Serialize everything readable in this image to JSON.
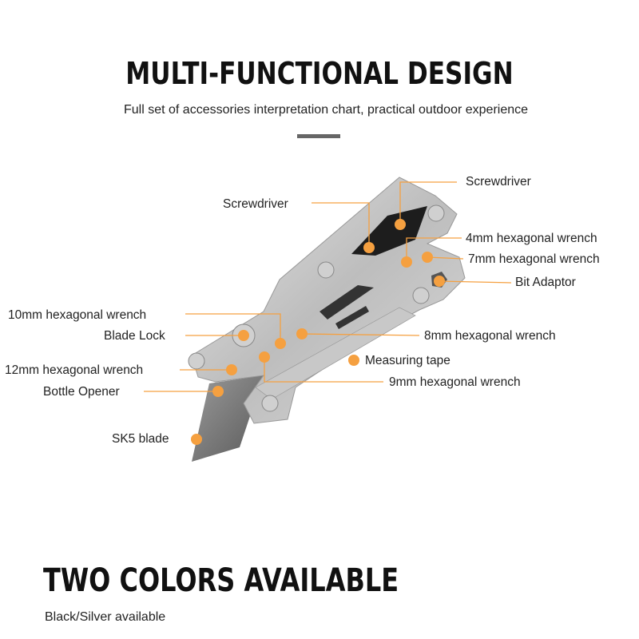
{
  "header": {
    "title": "MULTI-FUNCTIONAL DESIGN",
    "subtitle": "Full set of accessories interpretation chart, practical outdoor experience"
  },
  "callouts": {
    "screwdriver_left": "Screwdriver",
    "screwdriver_right": "Screwdriver",
    "hex_4mm": "4mm hexagonal wrench",
    "hex_7mm": "7mm hexagonal wrench",
    "bit_adaptor": "Bit Adaptor",
    "hex_10mm": "10mm hexagonal wrench",
    "blade_lock": "Blade Lock",
    "hex_8mm": "8mm hexagonal wrench",
    "hex_12mm": "12mm hexagonal wrench",
    "measuring_tape": "Measuring tape",
    "bottle_opener": "Bottle Opener",
    "hex_9mm": "9mm hexagonal wrench",
    "blade": "SK5 blade"
  },
  "colors": {
    "accent": "#f5a040"
  },
  "footer": {
    "title": "TWO COLORS AVAILABLE",
    "subtitle": "Black/Silver available"
  }
}
